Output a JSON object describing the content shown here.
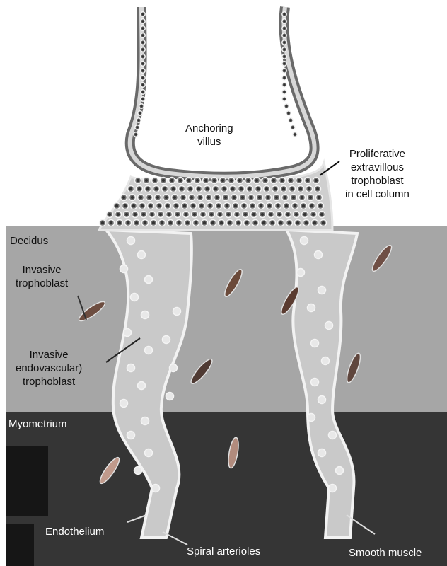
{
  "labels": {
    "anchoring_villus": [
      "Anchoring",
      "villus"
    ],
    "proliferative": [
      "Proliferative",
      "extravillous",
      "trophoblast",
      "in cell column"
    ],
    "decidus": "Decidus",
    "invasive_trophoblast": [
      "Invasive",
      "trophoblast"
    ],
    "invasive_endovascular": [
      "Invasive",
      "endovascular)",
      "trophoblast"
    ],
    "myometrium": "Myometrium",
    "endothelium": "Endothelium",
    "spiral_arterioles": "Spiral arterioles",
    "smooth_muscle": "Smooth muscle"
  },
  "colors": {
    "decidua": "#a6a6a6",
    "myometrium": "#353535",
    "cell_column": "#cfcfcf",
    "cell": "#6f6f6f",
    "vessel_lining": "#f2f2f2"
  }
}
